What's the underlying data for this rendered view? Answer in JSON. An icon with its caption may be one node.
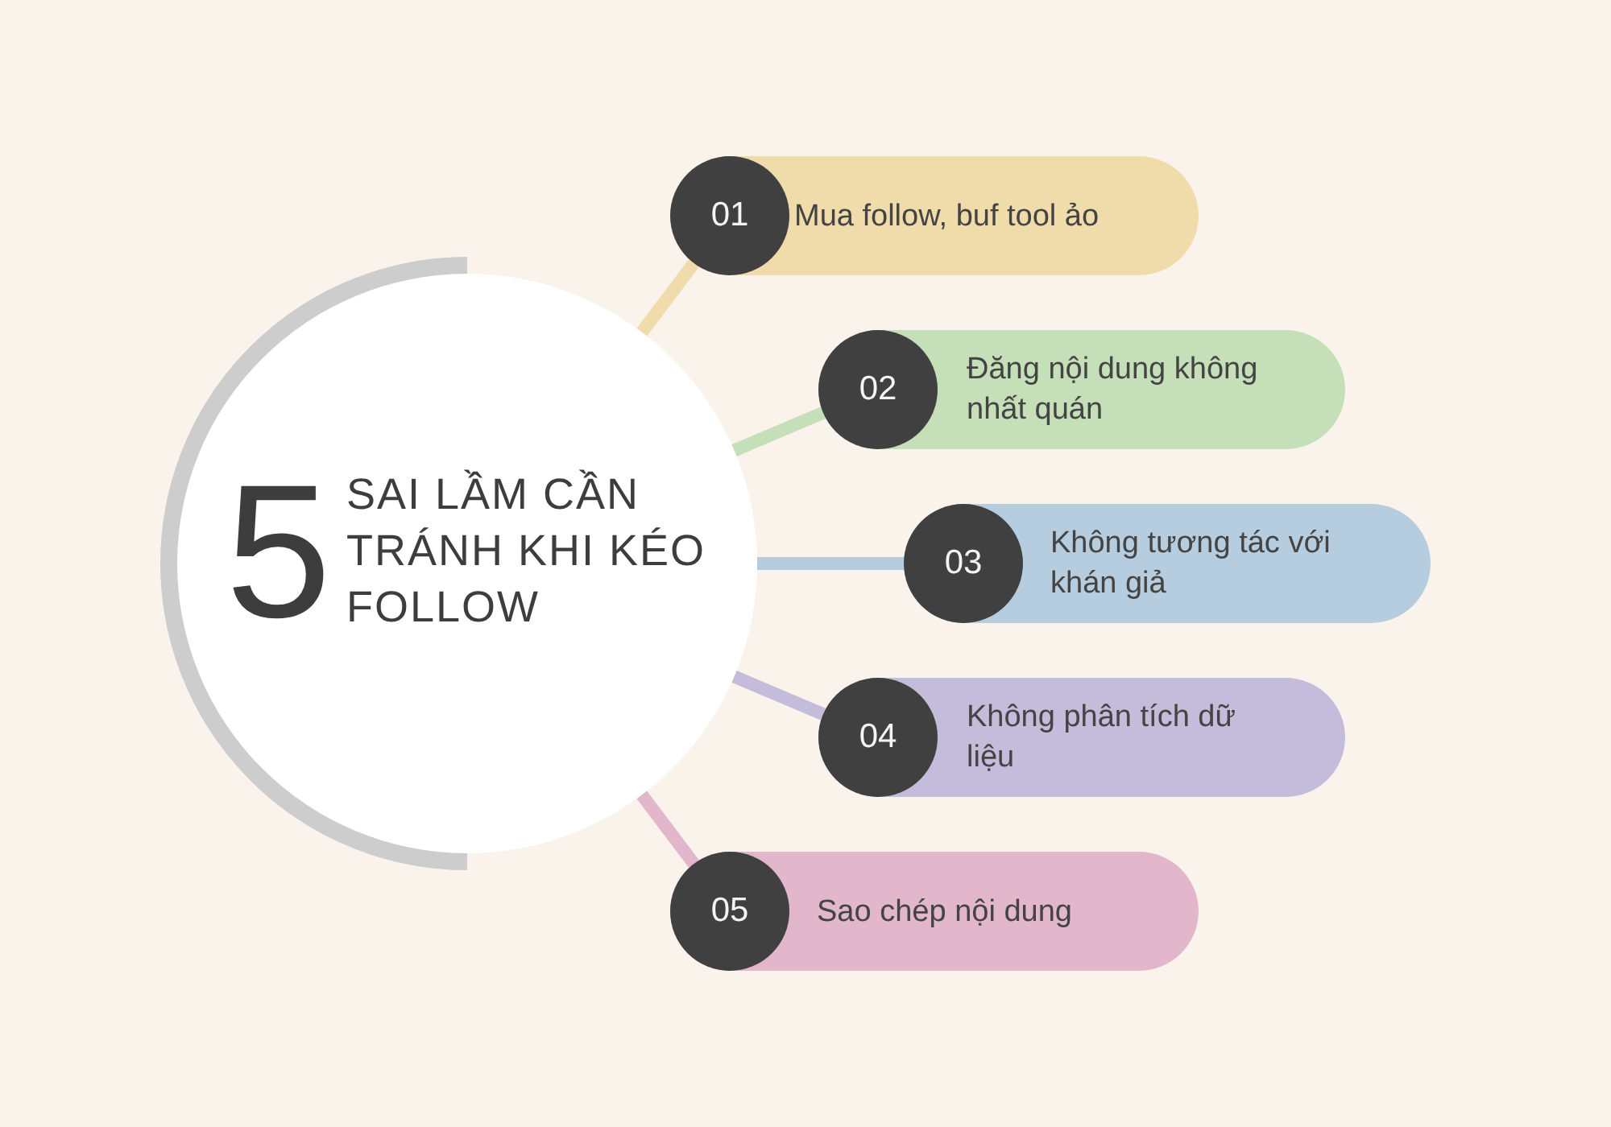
{
  "diagram": {
    "nodes": [
      {
        "text": [
          "5",
          "SAI LẦM CẦN TRÁNH KHI KÉO FOLLOW"
        ]
      },
      {
        "text": [
          "Mua follow, buf tool ảo"
        ]
      },
      {
        "text": [
          "01"
        ],
        "in": 1
      },
      {
        "text": [
          "Đăng nội dung không nhất quán"
        ]
      },
      {
        "text": [
          "02"
        ],
        "in": 3
      },
      {
        "text": [
          "Không tương tác với khán giả"
        ]
      },
      {
        "text": [
          "03"
        ],
        "in": 5
      },
      {
        "text": [
          "Không phân tích dữ liệu"
        ]
      },
      {
        "text": [
          "04"
        ],
        "in": 7
      },
      {
        "text": [
          "Sao chép nội dung"
        ]
      },
      {
        "text": [
          "05"
        ],
        "in": 9
      }
    ],
    "edges": [
      {
        "from": 0,
        "to": 2,
        "arrow": "none",
        "color": "#f0dcaa"
      },
      {
        "from": 0,
        "to": 4,
        "arrow": "none",
        "color": "#c5dfb8"
      },
      {
        "from": 0,
        "to": 6,
        "arrow": "none",
        "color": "#b6cde0"
      },
      {
        "from": 0,
        "to": 8,
        "arrow": "none",
        "color": "#c4bcdb"
      },
      {
        "from": 0,
        "to": 10,
        "arrow": "none",
        "color": "#e3b7cb"
      }
    ]
  }
}
